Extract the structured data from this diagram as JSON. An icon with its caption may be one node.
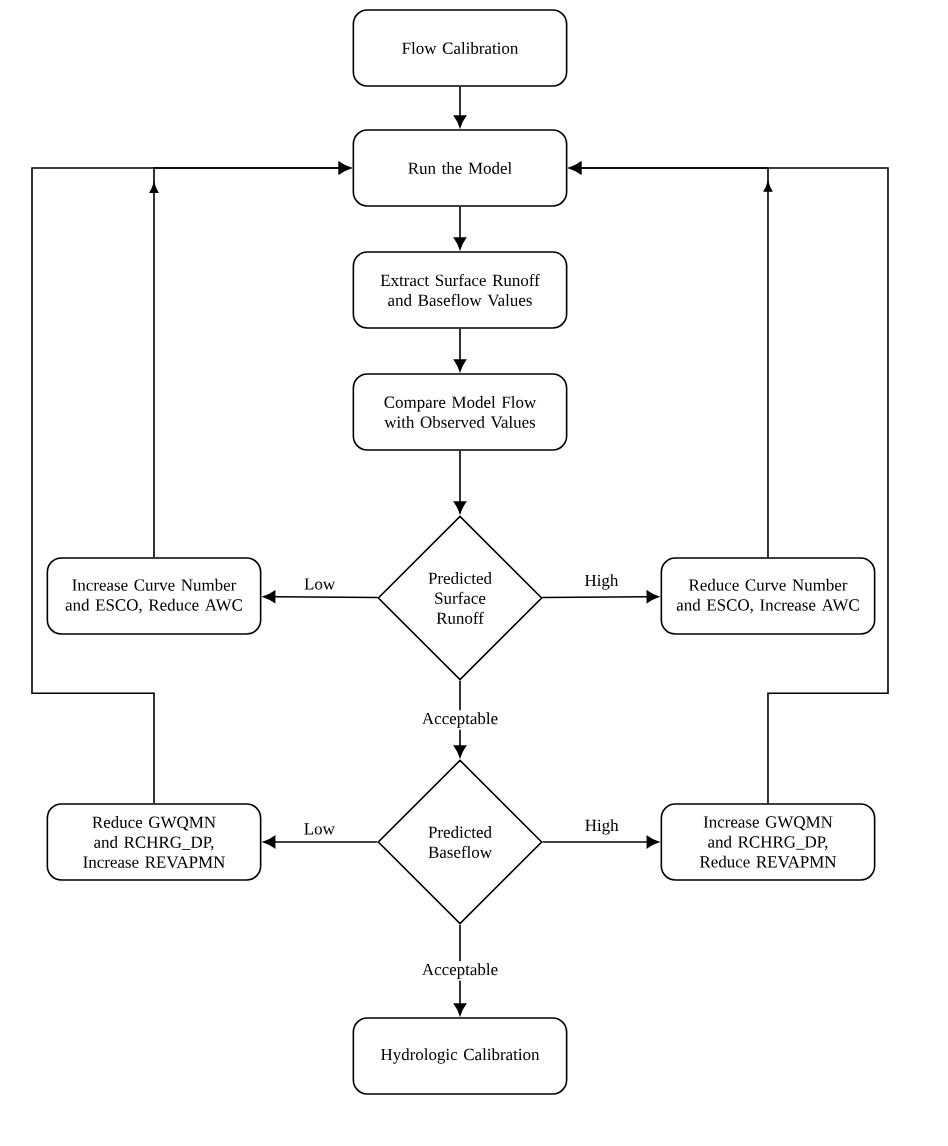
{
  "diagram": {
    "nodes": [
      {
        "text": [
          "Flow Calibration"
        ]
      },
      {
        "text": [
          "Run the Model"
        ]
      },
      {
        "text": [
          "Extract Surface Runoff and Baseflow Values"
        ]
      },
      {
        "text": [
          "Compare Model Flow with Observed Values"
        ]
      },
      {
        "text": [
          "Predicted Surface Runoff"
        ]
      },
      {
        "text": [
          "Increase Curve Number and ESCO, Reduce AWC"
        ]
      },
      {
        "text": [
          "Reduce Curve Number and ESCO, Increase AWC"
        ]
      },
      {
        "text": [
          "Predicted Baseflow"
        ]
      },
      {
        "text": [
          "Reduce GWQMN and RCHRG_DP, Increase REVAPMN"
        ]
      },
      {
        "text": [
          "Increase GWQMN and RCHRG_DP, Reduce REVAPMN"
        ]
      },
      {
        "text": [
          "Hydrologic Calibration"
        ]
      }
    ],
    "edges": [
      {
        "from": 0,
        "to": 1,
        "arrow": "to"
      },
      {
        "from": 1,
        "to": 2,
        "arrow": "to"
      },
      {
        "from": 2,
        "to": 3,
        "arrow": "to"
      },
      {
        "from": 3,
        "to": 4,
        "arrow": "to"
      },
      {
        "from": 4,
        "to": 5,
        "arrow": "to",
        "label": "Low"
      },
      {
        "from": 4,
        "to": 6,
        "arrow": "to",
        "label": "High"
      },
      {
        "from": 4,
        "to": 7,
        "arrow": "to",
        "label": "Acceptable"
      },
      {
        "from": 7,
        "to": 8,
        "arrow": "to",
        "label": "Low"
      },
      {
        "from": 7,
        "to": 9,
        "arrow": "to",
        "label": "High"
      },
      {
        "from": 7,
        "to": 10,
        "arrow": "to",
        "label": "Acceptable"
      },
      {
        "from": 5,
        "to": 1,
        "arrow": "to"
      },
      {
        "from": 6,
        "to": 1,
        "arrow": "to"
      },
      {
        "from": 8,
        "to": 1,
        "arrow": "to"
      },
      {
        "from": 9,
        "to": 1,
        "arrow": "to"
      }
    ]
  }
}
